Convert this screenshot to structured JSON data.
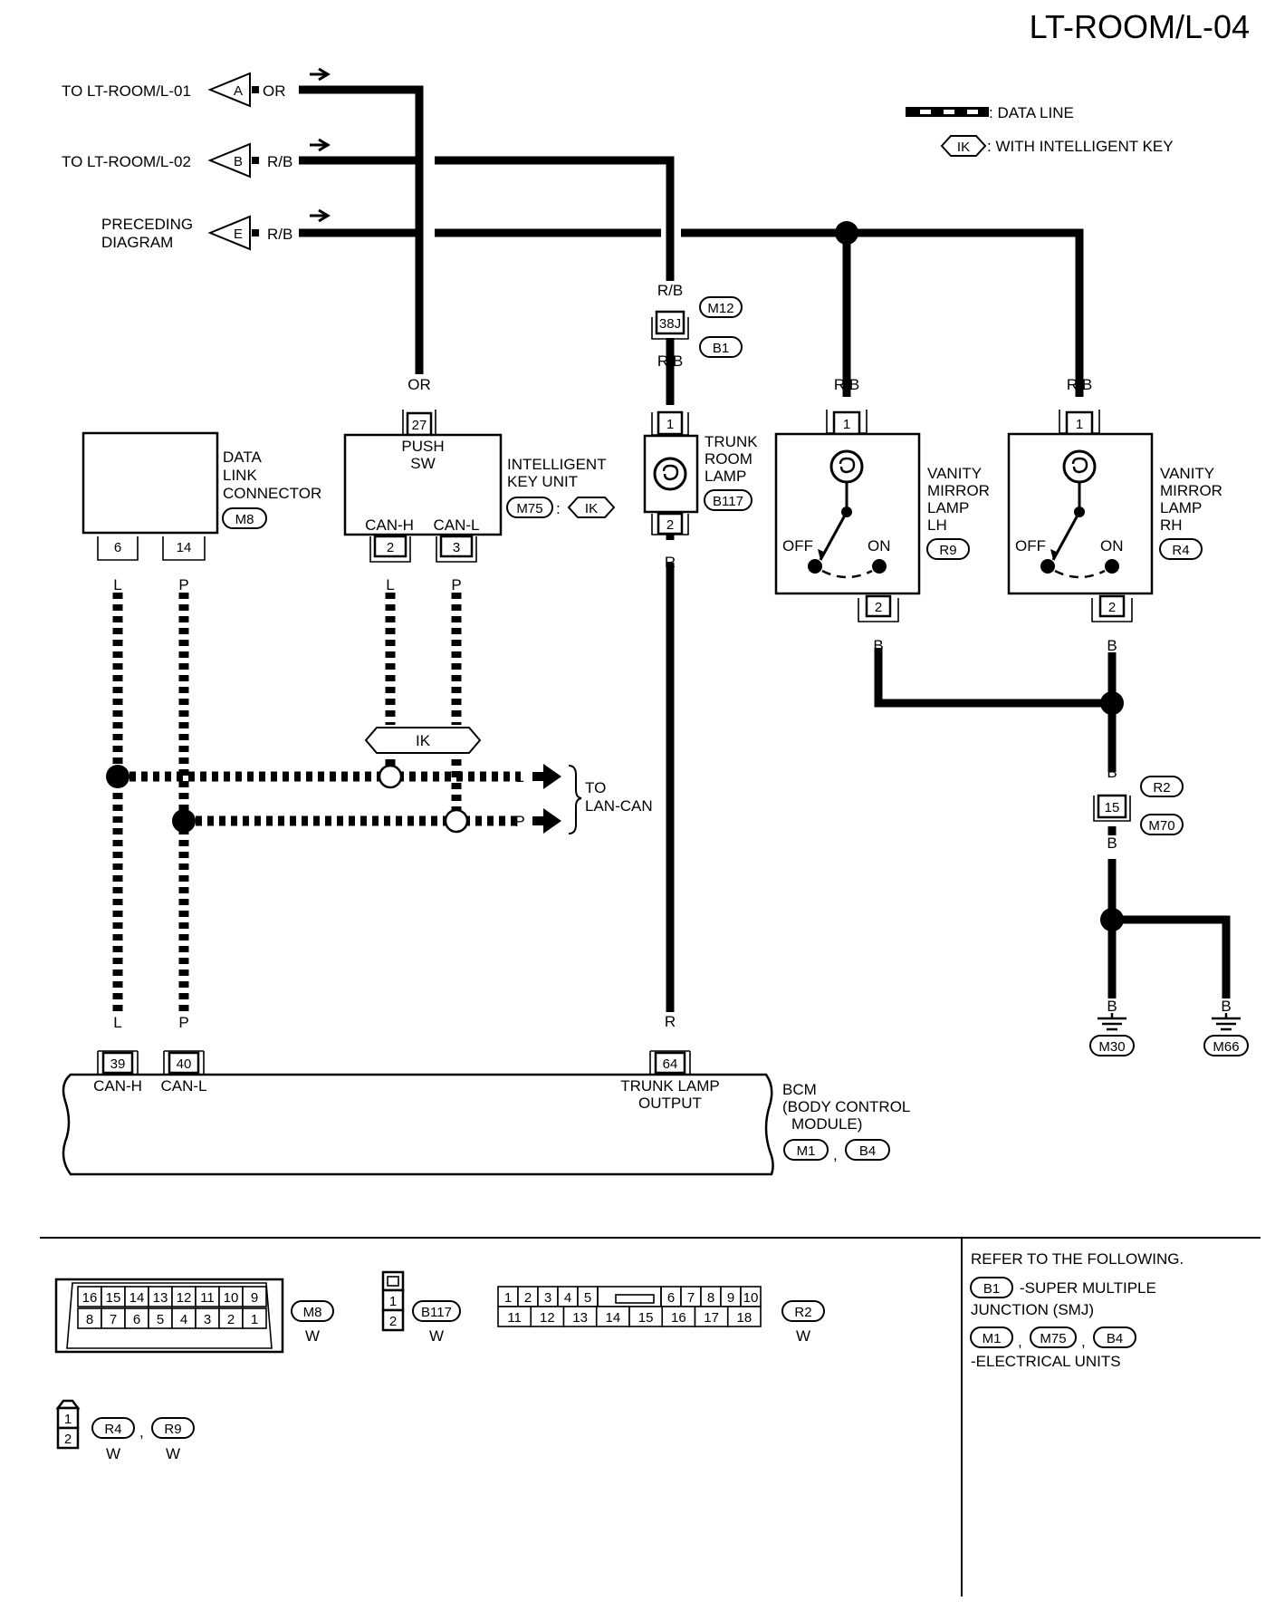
{
  "page": {
    "title": "LT-ROOM/L-04"
  },
  "legend": {
    "data_line": ": DATA LINE",
    "ik_tag": "IK",
    "intelligent_key": ": WITH INTELLIGENT KEY"
  },
  "inputs": [
    {
      "text": "TO LT-ROOM/L-01",
      "letter": "A",
      "color": "OR"
    },
    {
      "text": "TO LT-ROOM/L-02",
      "letter": "B",
      "color": "R/B"
    },
    {
      "text1": "PRECEDING",
      "text2": "DIAGRAM",
      "letter": "E",
      "color": "R/B"
    }
  ],
  "wire_colors": {
    "or": "OR",
    "rb": "R/B",
    "r": "R",
    "b": "B",
    "l": "L",
    "p": "P"
  },
  "junction": {
    "pin": "38J",
    "conn_top": "M12",
    "conn_bottom": "B1"
  },
  "data_link_connector": {
    "label1": "DATA",
    "label2": "LINK",
    "label3": "CONNECTOR",
    "conn": "M8",
    "pin_canh": "6",
    "pin_canl": "14"
  },
  "intelligent_key_unit": {
    "label1": "INTELLIGENT",
    "label2": "KEY UNIT",
    "conn": "M75",
    "tag": "IK",
    "pin_top": "27",
    "inner1": "PUSH",
    "inner2": "SW",
    "canh": "CAN-H",
    "canl": "CAN-L",
    "pin_canh": "2",
    "pin_canl": "3"
  },
  "trunk_room_lamp": {
    "label1": "TRUNK",
    "label2": "ROOM",
    "label3": "LAMP",
    "conn": "B117",
    "pin1": "1",
    "pin2": "2"
  },
  "vanity_lh": {
    "label1": "VANITY",
    "label2": "MIRROR",
    "label3": "LAMP",
    "label4": "LH",
    "conn": "R9",
    "off": "OFF",
    "on": "ON",
    "pin1": "1",
    "pin2": "2"
  },
  "vanity_rh": {
    "label1": "VANITY",
    "label2": "MIRROR",
    "label3": "LAMP",
    "label4": "RH",
    "conn": "R4",
    "off": "OFF",
    "on": "ON",
    "pin1": "1",
    "pin2": "2"
  },
  "ground_junction": {
    "pin": "15",
    "conn_top": "R2",
    "conn_bottom": "M70"
  },
  "grounds": [
    "M30",
    "M66"
  ],
  "lan": {
    "ik_tag": "IK",
    "l": "L",
    "p": "P",
    "to1": "TO",
    "to2": "LAN-CAN"
  },
  "bcm": {
    "label1": "BCM",
    "label2": "(BODY CONTROL",
    "label3": "MODULE)",
    "conn1": "M1",
    "conn2": "B4",
    "pin_canh": "39",
    "pin_canl": "40",
    "pin_trunk": "64",
    "canh": "CAN-H",
    "canl": "CAN-L",
    "trunk1": "TRUNK LAMP",
    "trunk2": "OUTPUT"
  },
  "connector_views": {
    "m8": {
      "id": "M8",
      "color": "W",
      "top": [
        "16",
        "15",
        "14",
        "13",
        "12",
        "11",
        "10",
        "9"
      ],
      "bottom": [
        "8",
        "7",
        "6",
        "5",
        "4",
        "3",
        "2",
        "1"
      ]
    },
    "b117": {
      "id": "B117",
      "color": "W",
      "pins": [
        "1",
        "2"
      ]
    },
    "r2": {
      "id": "R2",
      "color": "W",
      "top": [
        "1",
        "2",
        "3",
        "4",
        "5",
        "6",
        "7",
        "8",
        "9",
        "10"
      ],
      "bottom": [
        "11",
        "12",
        "13",
        "14",
        "15",
        "16",
        "17",
        "18"
      ]
    },
    "r4r9": {
      "id1": "R4",
      "id2": "R9",
      "color": "W",
      "sep": ",",
      "pins": [
        "1",
        "2"
      ]
    }
  },
  "refer": {
    "heading": "REFER TO THE FOLLOWING.",
    "smj_conn": "B1",
    "smj1": "-SUPER MULTIPLE",
    "smj2": "JUNCTION (SMJ)",
    "eu_conns": [
      "M1",
      "M75",
      "B4"
    ],
    "eu_sep": ",",
    "eu": "-ELECTRICAL UNITS"
  }
}
